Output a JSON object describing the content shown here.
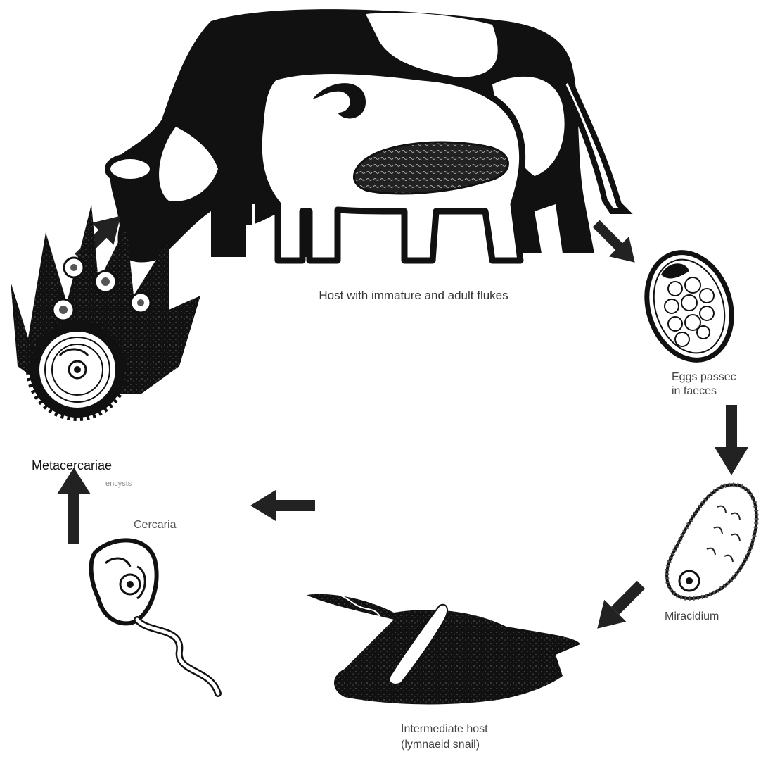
{
  "colors": {
    "ink": "#111111",
    "paper": "#ffffff",
    "text": "#333333"
  },
  "labels": {
    "host": "Host with immature and adult flukes",
    "eggs_line1": "Eggs passec",
    "eggs_line2": "in faeces",
    "miracidium": "Miracidium",
    "intermediate_line1": "Intermediate host",
    "intermediate_line2": "(lymnaeid snail)",
    "cercaria": "Cercaria",
    "metacercariae": "Metacercariae",
    "metacercariae_sub": "encysts"
  }
}
